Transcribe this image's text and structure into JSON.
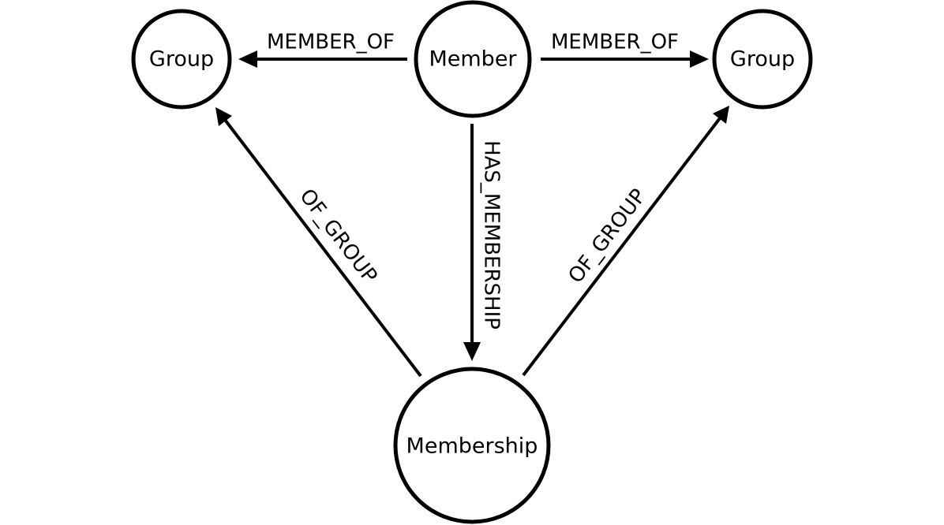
{
  "nodes": {
    "group_left": "Group",
    "member": "Member",
    "group_right": "Group",
    "membership": "Membership"
  },
  "edges": {
    "member_to_group_left": "MEMBER_OF",
    "member_to_group_right": "MEMBER_OF",
    "member_to_membership": "HAS_MEMBERSHIP",
    "membership_to_group_left": "OF_GROUP",
    "membership_to_group_right": "OF_GROUP"
  },
  "colors": {
    "stroke": "#000000",
    "background": "#ffffff"
  }
}
